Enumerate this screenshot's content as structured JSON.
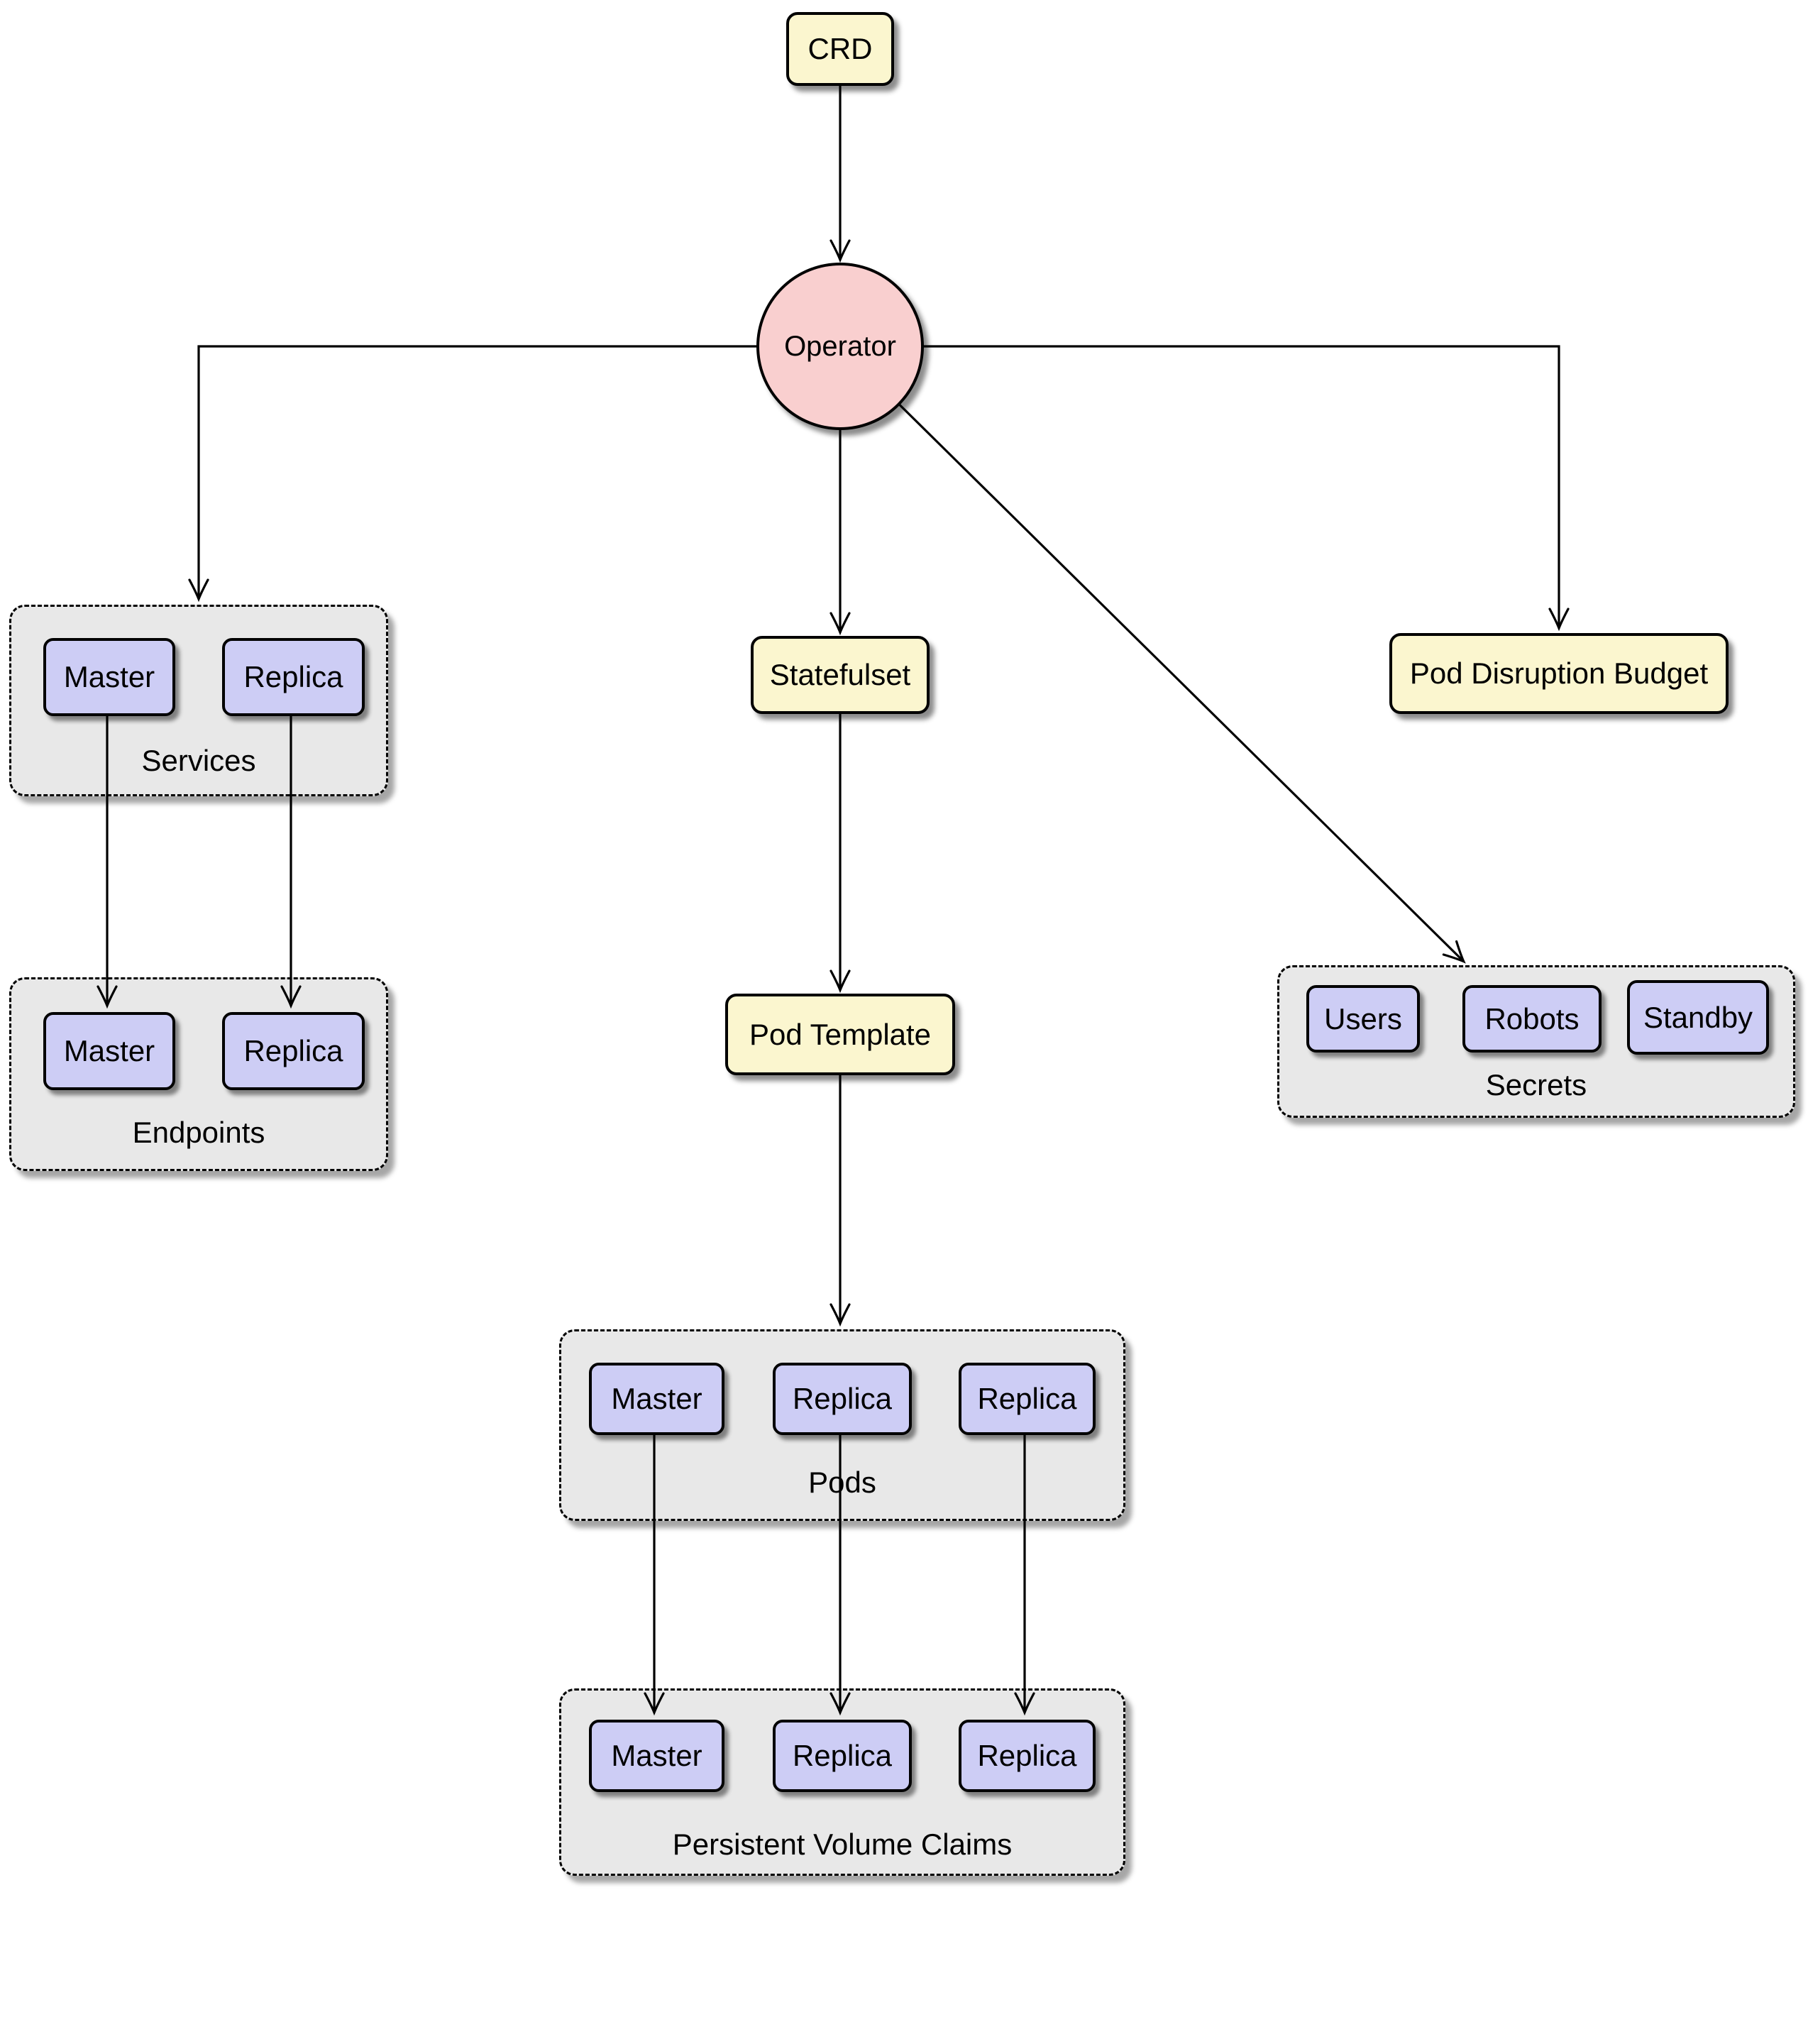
{
  "diagram": {
    "colors": {
      "resource_fill": "#fbf6cf",
      "pod_fill": "#cdcdf5",
      "operator_fill": "#f9cfcf",
      "group_fill": "#e8e8e8",
      "line": "#000000"
    },
    "nodes": {
      "crd": {
        "label": "CRD"
      },
      "operator": {
        "label": "Operator"
      },
      "statefulset": {
        "label": "Statefulset"
      },
      "pod_template": {
        "label": "Pod Template"
      },
      "pod_disruption_budget": {
        "label": "Pod Disruption Budget"
      }
    },
    "groups": {
      "services": {
        "label": "Services",
        "items": [
          "Master",
          "Replica"
        ]
      },
      "endpoints": {
        "label": "Endpoints",
        "items": [
          "Master",
          "Replica"
        ]
      },
      "secrets": {
        "label": "Secrets",
        "items": [
          "Users",
          "Robots",
          "Standby"
        ]
      },
      "pods": {
        "label": "Pods",
        "items": [
          "Master",
          "Replica",
          "Replica"
        ]
      },
      "persistent_volume_claims": {
        "label": "Persistent Volume Claims",
        "items": [
          "Master",
          "Replica",
          "Replica"
        ]
      }
    },
    "edges": [
      {
        "from": "CRD",
        "to": "Operator"
      },
      {
        "from": "Operator",
        "to": "Services"
      },
      {
        "from": "Operator",
        "to": "Statefulset"
      },
      {
        "from": "Operator",
        "to": "Pod Disruption Budget"
      },
      {
        "from": "Operator",
        "to": "Secrets"
      },
      {
        "from": "Services/Master",
        "to": "Endpoints/Master"
      },
      {
        "from": "Services/Replica",
        "to": "Endpoints/Replica"
      },
      {
        "from": "Statefulset",
        "to": "Pod Template"
      },
      {
        "from": "Pod Template",
        "to": "Pods"
      },
      {
        "from": "Pods/Master",
        "to": "Persistent Volume Claims/Master"
      },
      {
        "from": "Pods/Replica",
        "to": "Persistent Volume Claims/Replica"
      },
      {
        "from": "Pods/Replica",
        "to": "Persistent Volume Claims/Replica"
      }
    ]
  }
}
